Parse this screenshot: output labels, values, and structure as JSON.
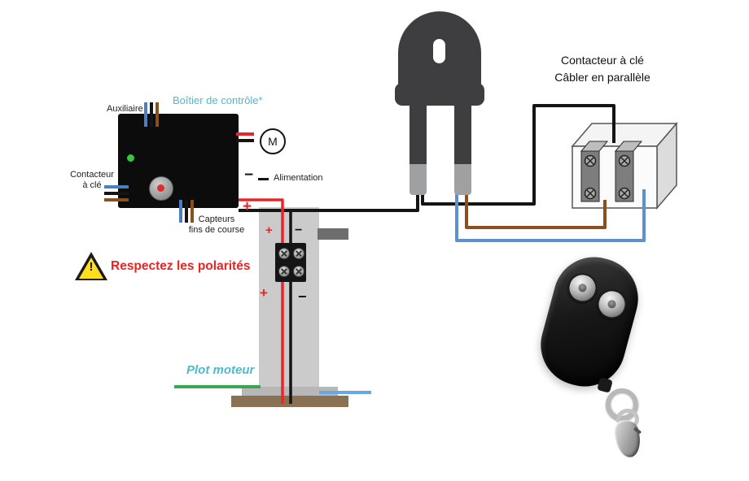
{
  "colors": {
    "teal": "#4cbcc8",
    "warning_red": "#ee2222",
    "wire_red": "#e8262a",
    "wire_black": "#141414",
    "wire_blue": "#5b92cc",
    "wire_brown": "#8a4f1d"
  },
  "control_box": {
    "title": "Boîtier de contrôle*",
    "aux_label": "Auxiliaire",
    "key_label_line1": "Contacteur",
    "key_label_line2": "à clé",
    "sensors_label_line1": "Capteurs",
    "sensors_label_line2": "fins de course",
    "motor_symbol": "M",
    "power_label": "Alimentation",
    "power_minus": "−",
    "power_plus": "+"
  },
  "plot": {
    "label": "Plot moteur",
    "terminal_plus_top": "+",
    "terminal_minus_top": "−",
    "terminal_plus_bottom": "+",
    "terminal_minus_bottom": "−"
  },
  "key_switch": {
    "title_line1": "Contacteur à clé",
    "title_line2": "Câbler en parallèle"
  },
  "warning": {
    "mark": "!",
    "text": "Respectez les polarités"
  }
}
